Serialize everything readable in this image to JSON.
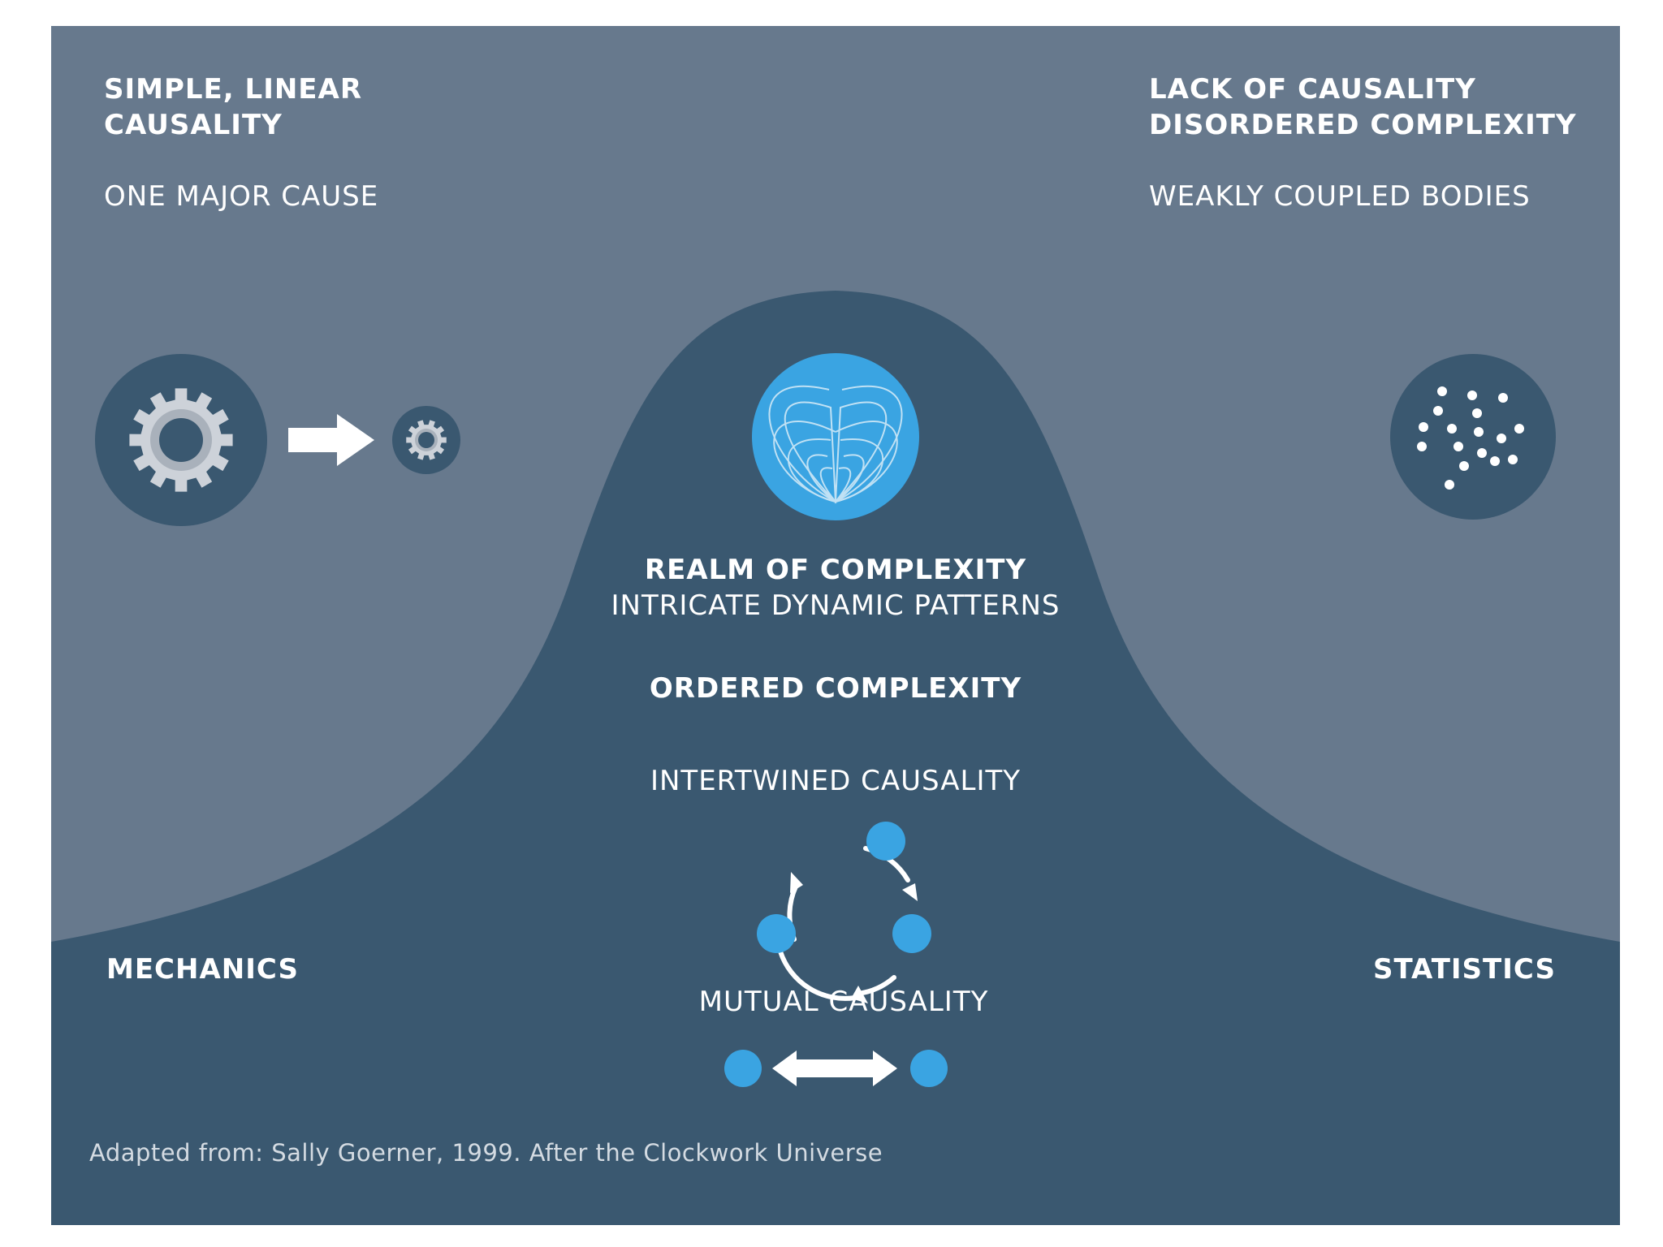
{
  "colors": {
    "background_light": "#67798d",
    "background_dark": "#3a5870",
    "accent_blue": "#3aa4e2",
    "gear_gray": "#cdd2d9",
    "text": "#ffffff"
  },
  "top_left": {
    "heading_line1": "SIMPLE, LINEAR",
    "heading_line2": "CAUSALITY",
    "subtitle": "ONE MAJOR CAUSE"
  },
  "top_right": {
    "heading_line1": "LACK OF CAUSALITY",
    "heading_line2": "DISORDERED COMPLEXITY",
    "subtitle": "WEAKLY COUPLED BODIES"
  },
  "center": {
    "heading": "REALM OF COMPLEXITY",
    "subtitle": "INTRICATE DYNAMIC PATTERNS",
    "ordered": "ORDERED COMPLEXITY",
    "intertwined": "INTERTWINED CAUSALITY",
    "mutual": "MUTUAL CAUSALITY"
  },
  "bottom_left": {
    "label": "MECHANICS"
  },
  "bottom_right": {
    "label": "STATISTICS"
  },
  "icons": {
    "large_gear": "gear-icon",
    "small_gear": "gear-icon",
    "cause_arrow": "arrow-right-icon",
    "complexity_pattern": "field-lines-icon",
    "scattered_particles": "particles-icon",
    "cycle": "cycle-icon",
    "mutual_arrow": "double-arrow-icon"
  },
  "credit": "Adapted from: Sally Goerner, 1999. After the Clockwork Universe"
}
